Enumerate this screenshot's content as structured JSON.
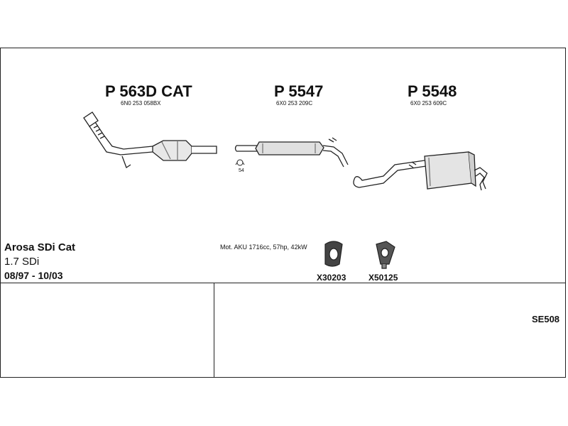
{
  "parts": [
    {
      "code": "P 563D CAT",
      "oem": "6N0 253 058BX"
    },
    {
      "code": "P 5547",
      "oem": "6X0 253 209C"
    },
    {
      "code": "P 5548",
      "oem": "6X0 253 609C"
    }
  ],
  "clamp_label": "54",
  "mounts": [
    {
      "code": "X30203"
    },
    {
      "code": "X50125"
    }
  ],
  "vehicle": {
    "model": "Arosa SDi Cat",
    "engine": "1.7 SDi",
    "years": "08/97 - 10/03"
  },
  "motor_spec": "Mot. AKU 1716cc, 57hp, 42kW",
  "reference": "SE508"
}
